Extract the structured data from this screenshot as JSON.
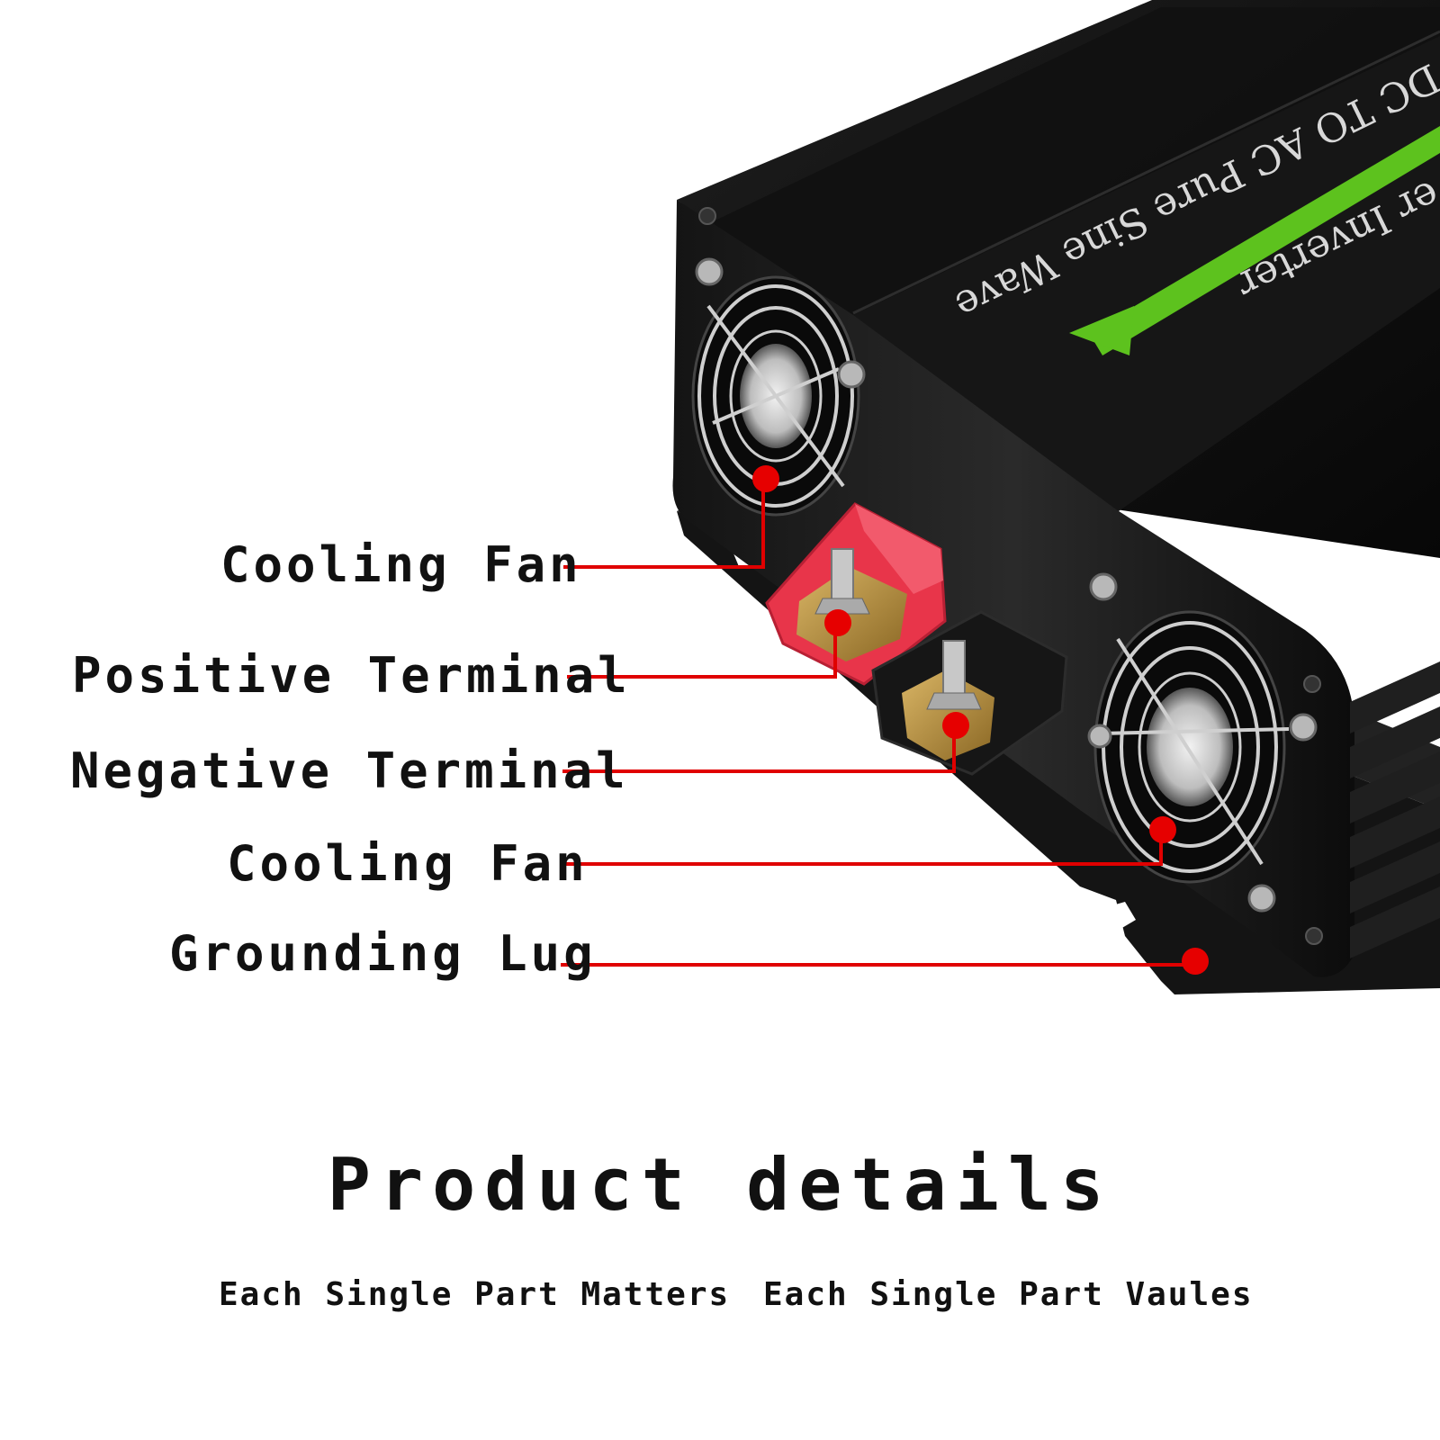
{
  "product": {
    "label_line1": "DC TO AC Pure Sine Wave",
    "label_line2": "er Inverter"
  },
  "callouts": [
    {
      "label": "Cooling Fan"
    },
    {
      "label": "Positive Terminal"
    },
    {
      "label": "Negative Terminal"
    },
    {
      "label": "Cooling Fan"
    },
    {
      "label": "Grounding Lug"
    }
  ],
  "section": {
    "title": "Product details",
    "tagline_left": "Each Single Part Matters",
    "tagline_right": "Each Single Part Vaules"
  },
  "colors": {
    "callout_line": "#e00000",
    "callout_dot": "#e60000",
    "body": "#0d0d0d",
    "accent_arrow": "#5dc21e",
    "positive_cap": "#e8354a",
    "brass": "#b8923a"
  }
}
